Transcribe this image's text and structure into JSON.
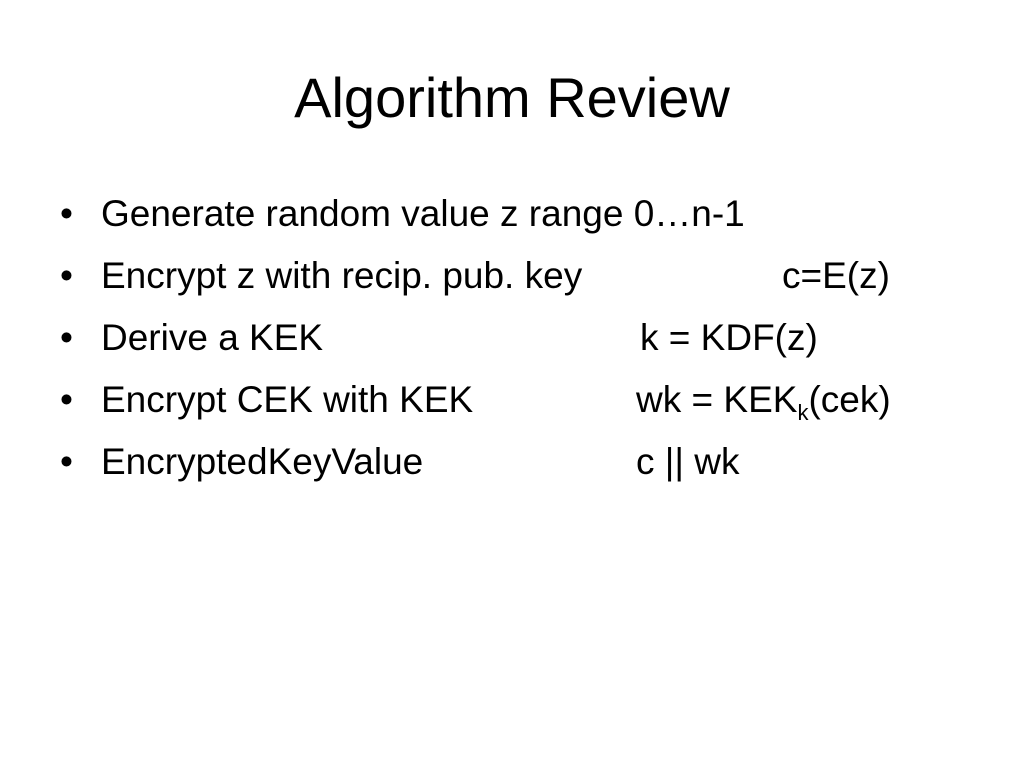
{
  "slide": {
    "title": "Algorithm Review",
    "bullet_symbol": "•",
    "bullets": [
      {
        "text": "Generate random value z range 0…n-1"
      },
      {
        "text": "Encrypt z with recip. pub. key",
        "formula": "c=E(z)"
      },
      {
        "text": "Derive a KEK",
        "formula": "k = KDF(z)"
      },
      {
        "text": "Encrypt CEK with KEK",
        "formula_prefix": "wk = KEK",
        "formula_subscript": "k",
        "formula_suffix": "(cek)"
      },
      {
        "text": "EncryptedKeyValue",
        "formula": "c || wk"
      }
    ]
  }
}
